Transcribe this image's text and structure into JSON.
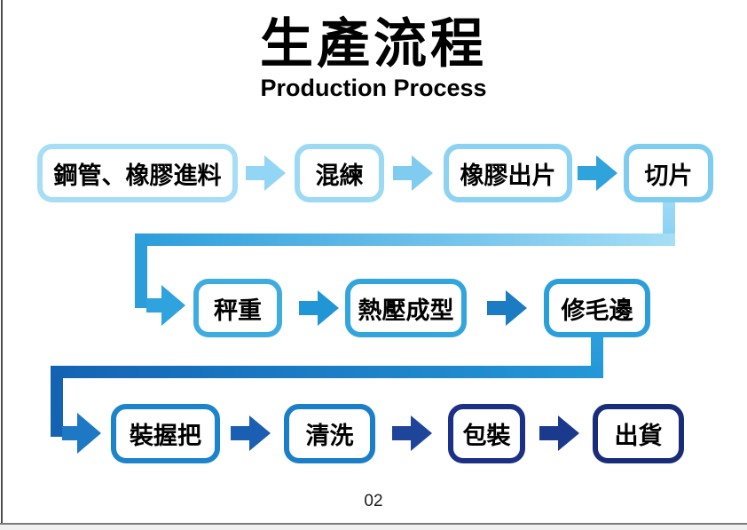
{
  "slide": {
    "title_zh": "生產流程",
    "title_en": "Production Process",
    "page_number": "02"
  },
  "flow": {
    "nodes": [
      {
        "id": "steel-pipe-rubber-feed",
        "label": "鋼管、橡膠進料",
        "border_color": "#A6DEF6",
        "row": 1
      },
      {
        "id": "mixing",
        "label": "混練",
        "border_color": "#9CDAF4",
        "row": 1
      },
      {
        "id": "rubber-sheeting",
        "label": "橡膠出片",
        "border_color": "#8CD2F2",
        "row": 1
      },
      {
        "id": "slicing",
        "label": "切片",
        "border_color": "#7ECDF0",
        "row": 1
      },
      {
        "id": "weighing",
        "label": "秤重",
        "border_color": "#3FACE0",
        "row": 2
      },
      {
        "id": "hot-press-molding",
        "label": "熱壓成型",
        "border_color": "#33A5DD",
        "row": 2
      },
      {
        "id": "trim-flash",
        "label": "修毛邊",
        "border_color": "#2B9FDA",
        "row": 2
      },
      {
        "id": "grip-assembly",
        "label": "裝握把",
        "border_color": "#1C84CB",
        "row": 3
      },
      {
        "id": "cleaning",
        "label": "清洗",
        "border_color": "#1A7EC8",
        "row": 3
      },
      {
        "id": "packaging",
        "label": "包裝",
        "border_color": "#1C3185",
        "row": 3
      },
      {
        "id": "shipping",
        "label": "出貨",
        "border_color": "#192C7A",
        "row": 3
      }
    ],
    "arrows": [
      {
        "between": "steel-pipe-rubber-feed>mixing",
        "color": "#93D5F4"
      },
      {
        "between": "mixing>rubber-sheeting",
        "color": "#7FCCF0"
      },
      {
        "between": "rubber-sheeting>slicing",
        "color": "#2EA3DC"
      },
      {
        "between": "connector-entry>weighing",
        "color": "#2FA3DD"
      },
      {
        "between": "weighing>hot-press-molding",
        "color": "#2196D6"
      },
      {
        "between": "hot-press-molding>trim-flash",
        "color": "#1B7CC4"
      },
      {
        "between": "connector-entry>grip-assembly",
        "color": "#1E79C5"
      },
      {
        "between": "grip-assembly>cleaning",
        "color": "#1A5FB2"
      },
      {
        "between": "cleaning>packaging",
        "color": "#1E459A"
      },
      {
        "between": "packaging>shipping",
        "color": "#1B3A8E"
      }
    ],
    "connectors": [
      {
        "from": "slicing",
        "to": "weighing",
        "dark_color": "#2B9DDB",
        "light_color": "#A6DEF6",
        "stem_top_color": "#9EDAF5",
        "stem_bottom_color": "#86CFF1"
      },
      {
        "from": "trim-flash",
        "to": "grip-assembly",
        "dark_color": "#1463B3",
        "light_color": "#2498D8",
        "stem_top_color": "#2BA0DB",
        "stem_bottom_color": "#2498D8"
      }
    ]
  }
}
